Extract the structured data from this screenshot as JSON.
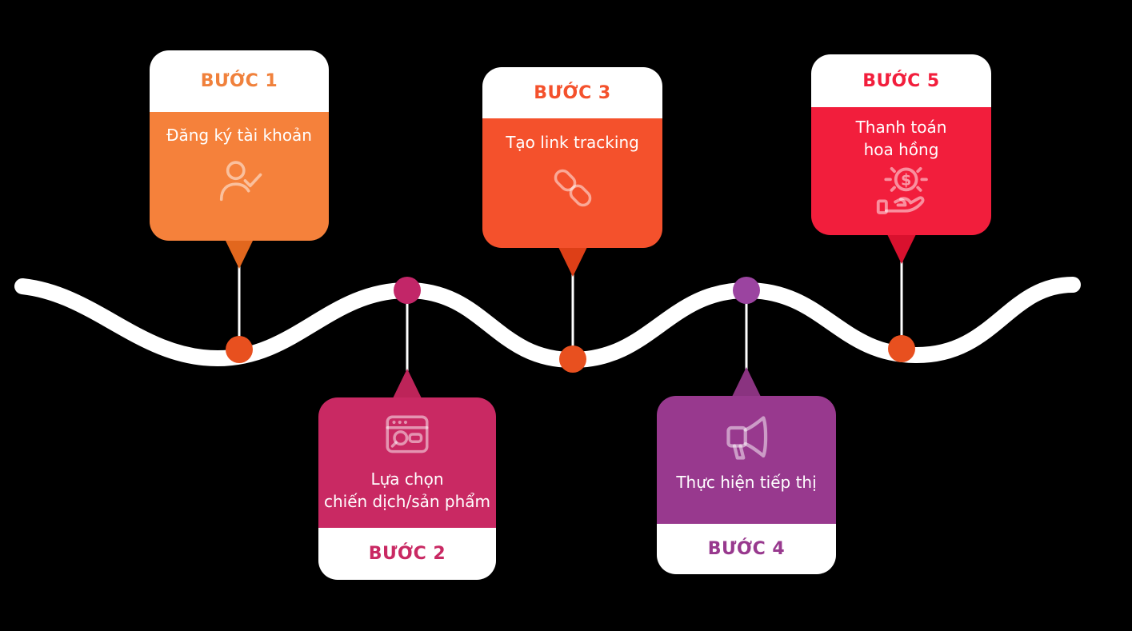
{
  "background_color": "#000000",
  "timeline": {
    "line_color": "#ffffff",
    "connector_color": "#ffffff",
    "dots": [
      {
        "color": "#e8501f"
      },
      {
        "color": "#c22668"
      },
      {
        "color": "#e8501f"
      },
      {
        "color": "#9b44a0"
      },
      {
        "color": "#e8501f"
      }
    ]
  },
  "steps": [
    {
      "label": "BƯỚC 1",
      "line1": "Đăng ký tài khoản",
      "line2": "",
      "icon": "user-check-icon",
      "color": "#f5813b",
      "tail_color": "#e2671e",
      "label_color": "#f0813c"
    },
    {
      "label": "BƯỚC 2",
      "line1": "Lựa chọn",
      "line2": "chiến dịch/sản phẩm",
      "icon": "campaign-browser-search-icon",
      "color": "#c92963",
      "tail_color": "#bd2459",
      "label_color": "#c92963"
    },
    {
      "label": "BƯỚC 3",
      "line1": "Tạo link tracking",
      "line2": "",
      "icon": "tracking-link-icon",
      "color": "#f4512c",
      "tail_color": "#dd3f17",
      "label_color": "#f4512c"
    },
    {
      "label": "BƯỚC 4",
      "line1": "Thực hiện tiếp thị",
      "line2": "",
      "icon": "megaphone-icon",
      "color": "#98398e",
      "tail_color": "#8a3380",
      "label_color": "#98398e"
    },
    {
      "label": "BƯỚC 5",
      "line1": "Thanh toán",
      "line2": "hoa hồng",
      "icon": "commission-hand-coin-icon",
      "color": "#f21e3c",
      "tail_color": "#d9112e",
      "label_color": "#f21e3c"
    }
  ]
}
